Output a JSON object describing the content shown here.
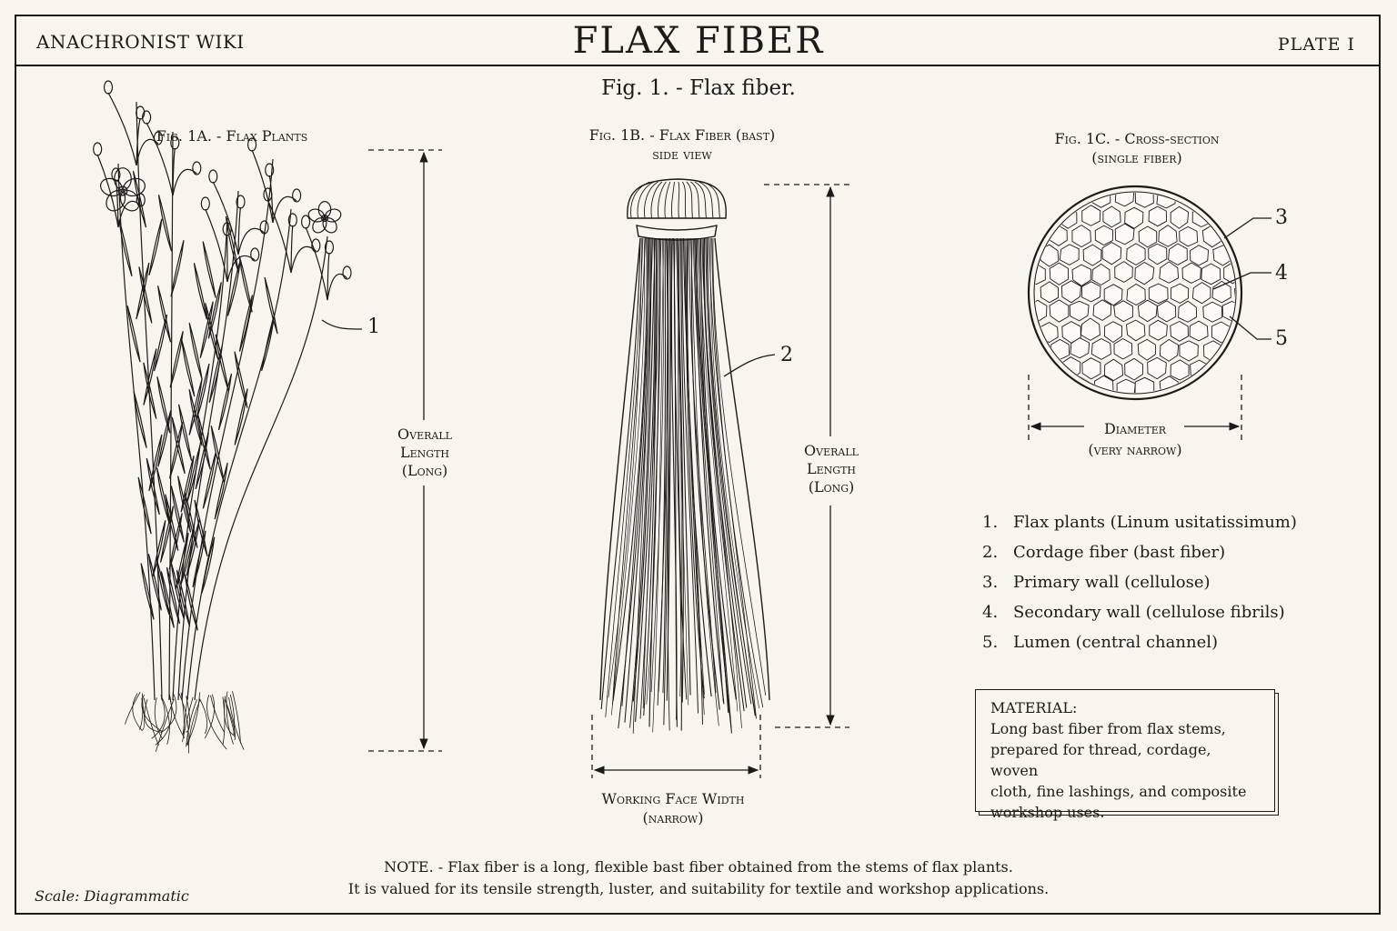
{
  "header": {
    "site": "ANACHRONIST WIKI",
    "title": "FLAX FIBER",
    "plate": "PLATE I"
  },
  "figure_caption": "Fig. 1. - Flax fiber.",
  "fig_a": {
    "caption": "Fig. 1A. - Flax Plants",
    "dimension_label": [
      "Overall",
      "Length",
      "(Long)"
    ],
    "callout": "1"
  },
  "fig_b": {
    "caption_line1": "Fig. 1B. - Flax Fiber (bast)",
    "caption_line2": "side view",
    "dimension_label": [
      "Overall",
      "Length",
      "(Long)"
    ],
    "width_label_line1": "Working Face Width",
    "width_label_line2": "(narrow)",
    "callout": "2"
  },
  "fig_c": {
    "caption_line1": "Fig. 1C. - Cross-section",
    "caption_line2": "(single fiber)",
    "diameter_label_line1": "Diameter",
    "diameter_label_line2": "(very narrow)",
    "callouts": [
      "3",
      "4",
      "5"
    ]
  },
  "legend": [
    {
      "num": "1.",
      "text": "Flax plants (Linum usitatissimum)"
    },
    {
      "num": "2.",
      "text": "Cordage fiber (bast fiber)"
    },
    {
      "num": "3.",
      "text": "Primary wall (cellulose)"
    },
    {
      "num": "4.",
      "text": "Secondary wall (cellulose fibrils)"
    },
    {
      "num": "5.",
      "text": "Lumen (central channel)"
    }
  ],
  "material": {
    "heading": "MATERIAL:",
    "lines": [
      "Long bast fiber from flax stems,",
      "prepared for thread, cordage, woven",
      "cloth, fine lashings, and composite",
      "workshop uses."
    ]
  },
  "note": {
    "line1": "NOTE. - Flax fiber is a long, flexible bast fiber obtained from the stems of flax plants.",
    "line2": "It is valued for its tensile strength, luster, and suitability for textile and workshop applications."
  },
  "scale": "Scale:  Diagrammatic"
}
